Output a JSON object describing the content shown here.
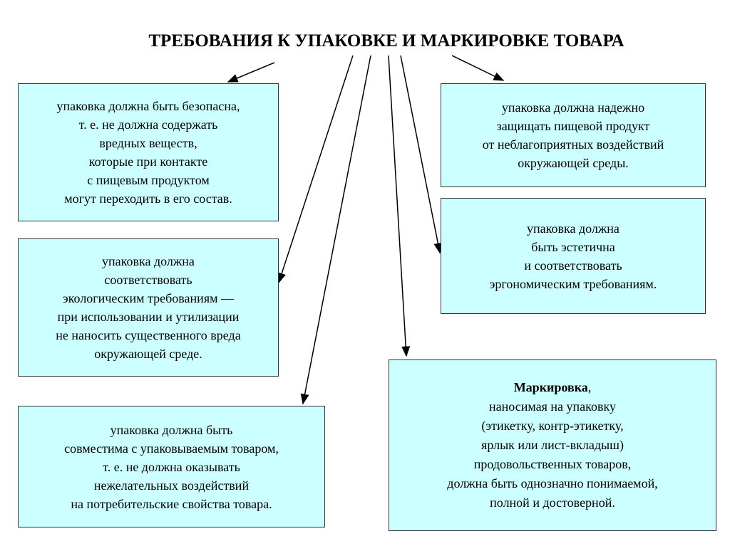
{
  "title": "ТРЕБОВАНИЯ К УПАКОВКЕ И МАРКИРОВКЕ ТОВАРА",
  "boxes": {
    "safe": [
      "упаковка должна быть безопасна,",
      "т. е. не должна содержать",
      "вредных веществ,",
      "которые при контакте",
      "с пищевым продуктом",
      "могут переходить в его состав."
    ],
    "protect": [
      "упаковка должна надежно",
      "защищать пищевой продукт",
      "от неблагоприятных воздействий",
      "окружающей среды."
    ],
    "aesthetic": [
      "упаковка должна",
      "быть эстетична",
      "и соответствовать",
      "эргономическим требованиям."
    ],
    "ecology": [
      "упаковка должна",
      "соответствовать",
      "экологическим требованиям —",
      "при использовании и утилизации",
      "не наносить существенного вреда",
      "окружающей среде."
    ],
    "marking_bold": "Маркировка",
    "marking": [
      ",",
      "наносимая на упаковку",
      "(этикетку, контр-этикетку,",
      "ярлык или лист-вкладыш)",
      "продовольственных товаров,",
      "должна быть однозначно понимаемой,",
      "полной и достоверной."
    ],
    "compatible": [
      "упаковка должна быть",
      "совместима с упаковываемым товаром,",
      "т. е. не должна оказывать",
      "нежелательных воздействий",
      "на потребительские свойства товара."
    ]
  }
}
